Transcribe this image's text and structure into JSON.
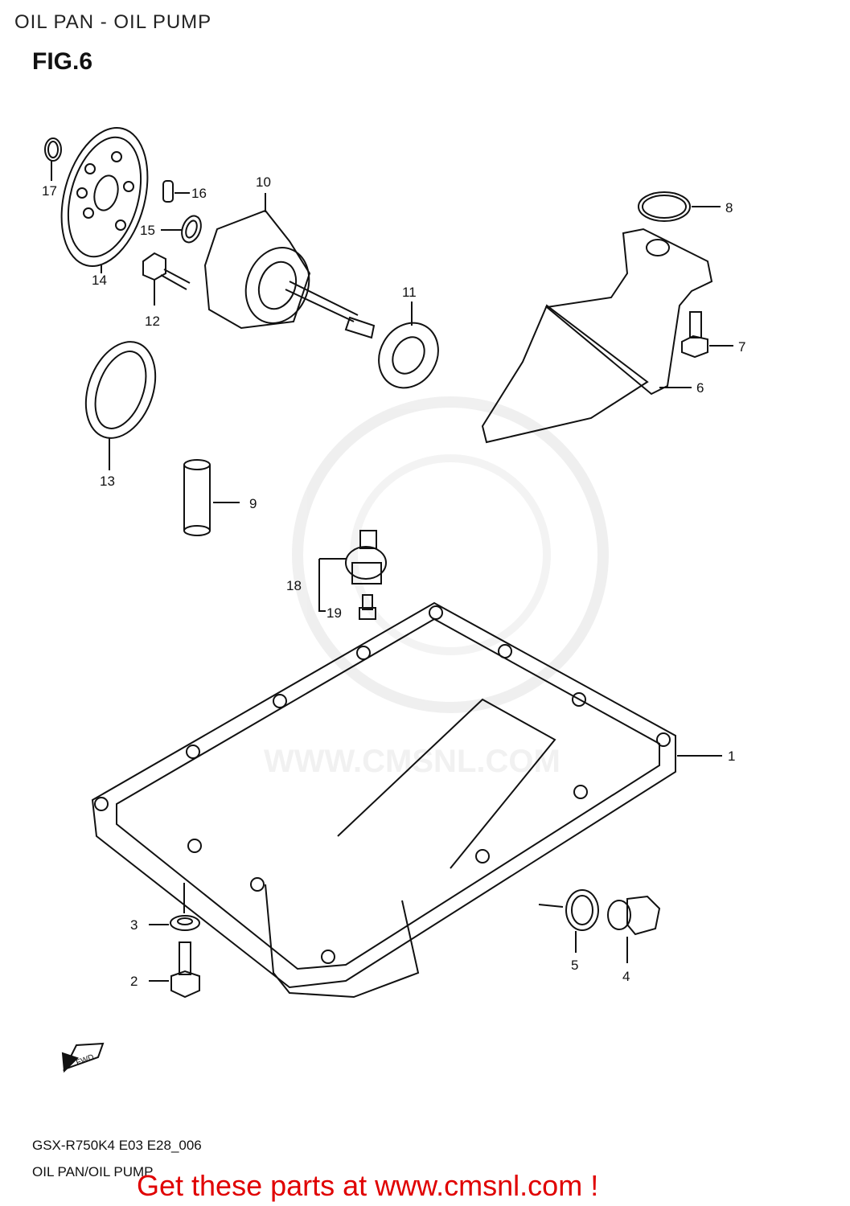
{
  "page": {
    "title": "OIL PAN - OIL PUMP",
    "figure": "FIG.6"
  },
  "watermark": {
    "text": "WWW.CMSNL.COM"
  },
  "callouts": [
    "1",
    "2",
    "3",
    "4",
    "5",
    "6",
    "7",
    "8",
    "9",
    "10",
    "11",
    "12",
    "13",
    "14",
    "15",
    "16",
    "17",
    "18",
    "19"
  ],
  "parts": {
    "fwd_arrow": "FWD"
  },
  "footer": {
    "model_code": "GSX-R750K4 E03 E28_006",
    "diagram_name": "OIL PAN/OIL PUMP",
    "cta": "Get these parts at www.cmsnl.com !"
  },
  "colors": {
    "line": "#111111",
    "cta": "#e00000",
    "watermark": "#e8e8e8"
  }
}
